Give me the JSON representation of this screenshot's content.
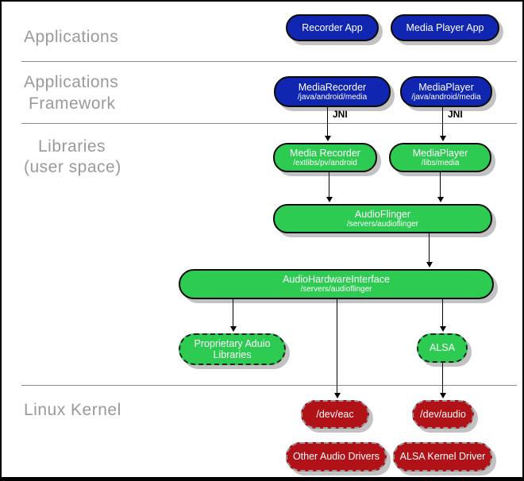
{
  "diagram": {
    "sections": {
      "applications": {
        "label": "Applications"
      },
      "framework": {
        "line1": "Applications",
        "line2": "Framework"
      },
      "libraries": {
        "line1": "Libraries",
        "line2": "(user space)"
      },
      "kernel": {
        "label": "Linux Kernel"
      }
    },
    "nodes": {
      "recorder_app": {
        "title": "Recorder App"
      },
      "media_player_app": {
        "title": "Media Player App"
      },
      "media_recorder_framework": {
        "title": "MediaRecorder",
        "subtitle": "/java/android/media"
      },
      "media_player_framework": {
        "title": "MediaPlayer",
        "subtitle": "/java/android/media"
      },
      "media_recorder_lib": {
        "title": "Media Recorder",
        "subtitle": "/extlibs/pv/android"
      },
      "media_player_lib": {
        "title": "MediaPlayer",
        "subtitle": "/libs/media"
      },
      "audio_flinger": {
        "title": "AudioFlinger",
        "subtitle": "/servers/audioflinger"
      },
      "audio_hardware_interface": {
        "title": "AudioHardwareInterface",
        "subtitle": "/servers/audioflinger"
      },
      "proprietary_audio_libraries": {
        "title": "Proprietary Aduio Libraries"
      },
      "alsa": {
        "title": "ALSA"
      },
      "dev_eac": {
        "title": "/dev/eac"
      },
      "dev_audio": {
        "title": "/dev/audio"
      },
      "other_audio_drivers": {
        "title": "Other Audio Drivers"
      },
      "alsa_kernel_driver": {
        "title": "ALSA Kernel Driver"
      }
    },
    "annotations": {
      "jni_left": "JNI",
      "jni_right": "JNI"
    },
    "colors": {
      "app_blue": "#1126b0",
      "lib_green": "#2ecb53",
      "kernel_red": "#b11217",
      "section_label_gray": "#9a9a9a",
      "shadow_gray": "#c2c2c2",
      "divider_gray": "#8a8a8a"
    }
  }
}
